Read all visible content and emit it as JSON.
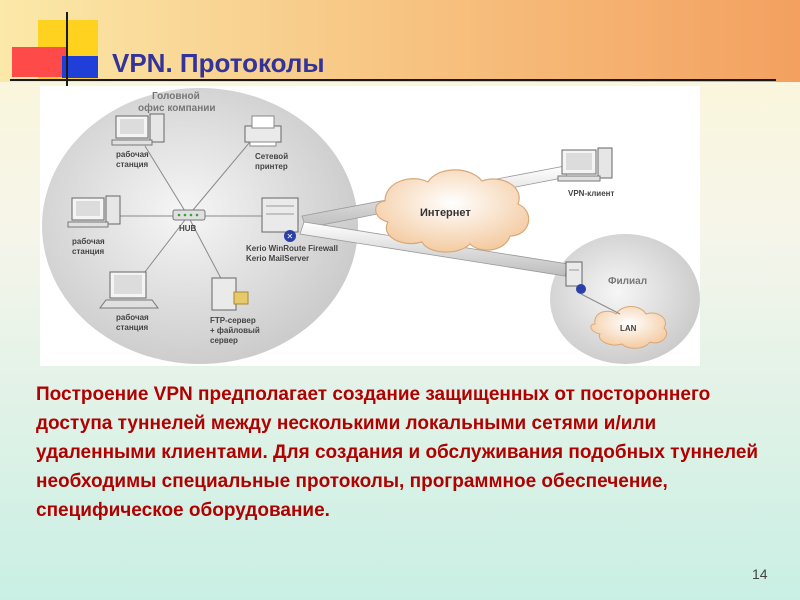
{
  "title": "VPN. Протоколы",
  "diagram": {
    "main_office_line1": "Головной",
    "main_office_line2": "офис компании",
    "workstation_line1": "рабочая",
    "workstation_line2": "станция",
    "printer_line1": "Сетевой",
    "printer_line2": "принтер",
    "hub": "HUB",
    "firewall_line1": "Kerio WinRoute Firewall",
    "firewall_line2": "Kerio MailServer",
    "ftp_line1": "FTP-сервер",
    "ftp_line2": "+ файловый",
    "ftp_line3": "сервер",
    "internet": "Интернет",
    "vpn_client": "VPN-клиент",
    "branch": "Филиал",
    "lan": "LAN"
  },
  "body_text": "Построение VPN предполагает создание защищенных от постороннего доступа туннелей между несколькими локальными сетями и/или удаленными клиентами. Для создания и обслуживания подобных туннелей необходимы специальные протоколы, программное обеспечение, специфическое оборудование.",
  "page_number": "14",
  "colors": {
    "title": "#333399",
    "body_text": "#b00000",
    "accent_orange": "#f3a060",
    "accent_yellow": "#ffd21f",
    "accent_red": "#ff4a4a",
    "accent_blue": "#1f3fd8"
  }
}
